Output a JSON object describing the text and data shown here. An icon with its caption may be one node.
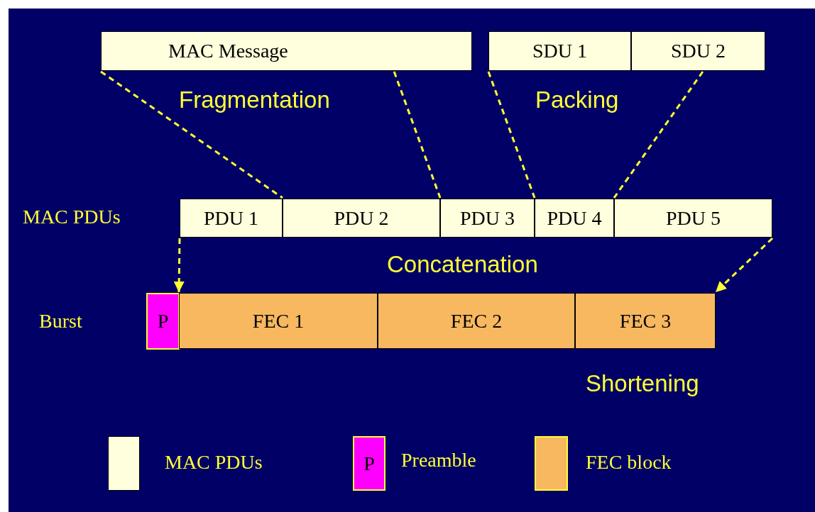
{
  "diagram": {
    "nodes": [
      {
        "text": [
          "MAC Message"
        ]
      },
      {
        "text": [
          "SDU 1"
        ]
      },
      {
        "text": [
          "SDU 2"
        ]
      },
      {
        "text": [
          "PDU 1"
        ]
      },
      {
        "text": [
          "PDU 2"
        ]
      },
      {
        "text": [
          "PDU 3"
        ]
      },
      {
        "text": [
          "PDU 4"
        ]
      },
      {
        "text": [
          "PDU 5"
        ]
      },
      {
        "text": [
          "P"
        ]
      },
      {
        "text": [
          "FEC 1"
        ]
      },
      {
        "text": [
          "FEC 2"
        ]
      },
      {
        "text": [
          "FEC 3"
        ]
      }
    ],
    "edges": [
      {
        "from": 0,
        "to": 4,
        "arrow": "none",
        "style": "dashed"
      },
      {
        "from": 0,
        "to": 4,
        "arrow": "none",
        "style": "dashed"
      },
      {
        "from": 1,
        "to": 6,
        "arrow": "none",
        "style": "dashed"
      },
      {
        "from": 2,
        "to": 6,
        "arrow": "none",
        "style": "dashed"
      },
      {
        "from": 3,
        "to": 9,
        "arrow": "to",
        "style": "dashed"
      },
      {
        "from": 7,
        "to": 11,
        "arrow": "to",
        "style": "dashed"
      }
    ],
    "labels": [
      "Fragmentation",
      "Packing",
      "MAC PDUs",
      "Concatenation",
      "Burst",
      "Shortening",
      "P"
    ],
    "legend": [
      {
        "text": "MAC PDUs",
        "color": "#ffffdd"
      },
      {
        "text": "Preamble",
        "color": "#ff00ff"
      },
      {
        "text": "FEC block",
        "color": "#f8b860"
      }
    ]
  }
}
